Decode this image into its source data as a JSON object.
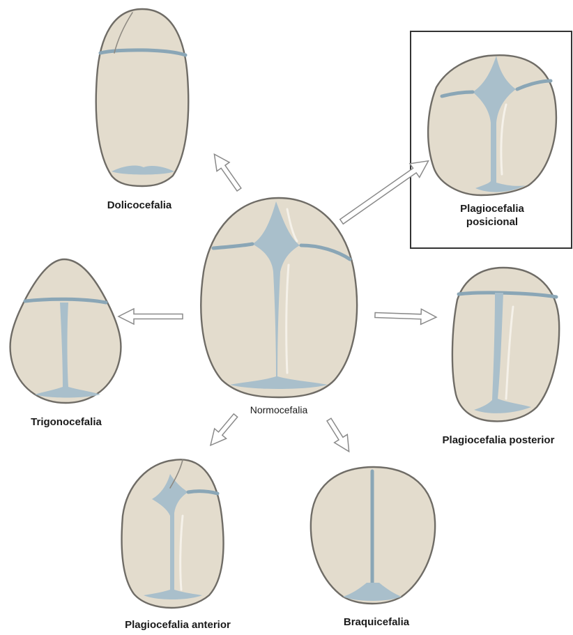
{
  "labels": {
    "center": "Normocefalia",
    "dolicocefalia": "Dolicocefalia",
    "plagiocefalia_posicional_line1": "Plagiocefalia",
    "plagiocefalia_posicional_line2": "posicional",
    "trigonocefalia": "Trigonocefalia",
    "plagiocefalia_posterior": "Plagiocefalia posterior",
    "plagiocefalia_anterior": "Plagiocefalia anterior",
    "braquicefalia": "Braquicefalia"
  },
  "colors": {
    "skull_fill": "#e3dccd",
    "skull_outline": "#6f6c66",
    "suture": "#a9bfcb",
    "arrow_outline": "#8a8a8a",
    "frame": "#333333"
  },
  "highlighted": "plagiocefalia_posicional"
}
